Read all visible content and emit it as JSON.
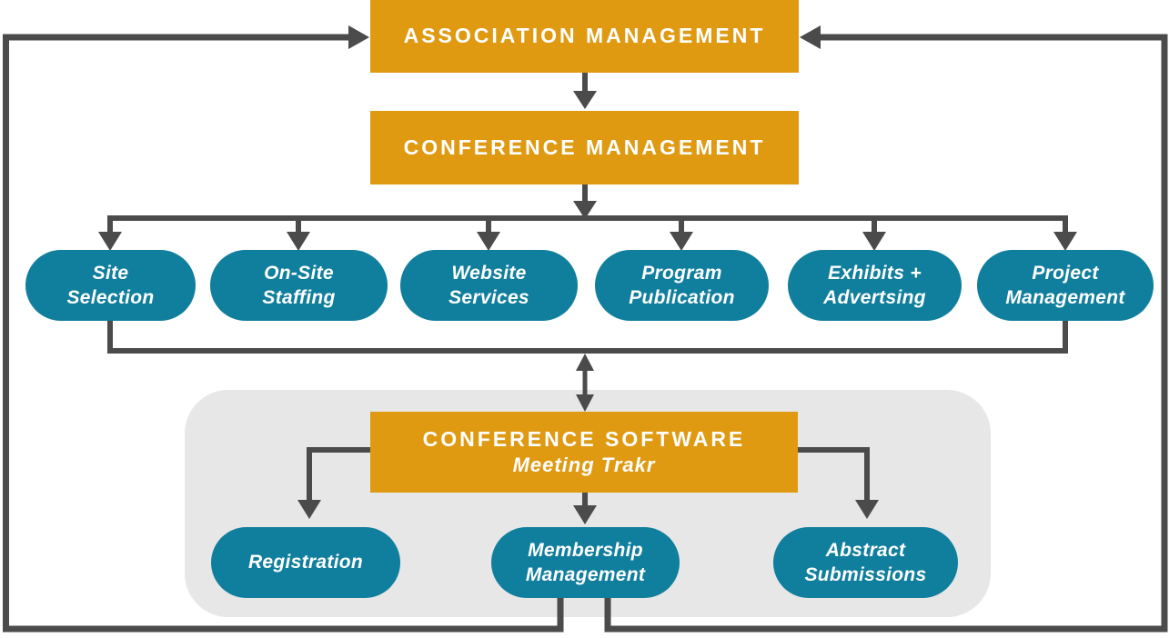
{
  "colors": {
    "accent_orange": "#DF9A12",
    "accent_teal": "#107E9D",
    "line_gray": "#4B4B4C",
    "panel_gray": "#E7E7E7"
  },
  "management": {
    "association": "ASSOCIATION MANAGEMENT",
    "conference": "CONFERENCE MANAGEMENT"
  },
  "services": [
    {
      "label": "Site\nSelection"
    },
    {
      "label": "On-Site\nStaffing"
    },
    {
      "label": "Website\nServices"
    },
    {
      "label": "Program\nPublication"
    },
    {
      "label": "Exhibits +\nAdvertsing"
    },
    {
      "label": "Project\nManagement"
    }
  ],
  "software": {
    "title": "CONFERENCE SOFTWARE",
    "subtitle": "Meeting Trakr",
    "modules": [
      {
        "label": "Registration"
      },
      {
        "label": "Membership\nManagement"
      },
      {
        "label": "Abstract\nSubmissions"
      }
    ]
  }
}
